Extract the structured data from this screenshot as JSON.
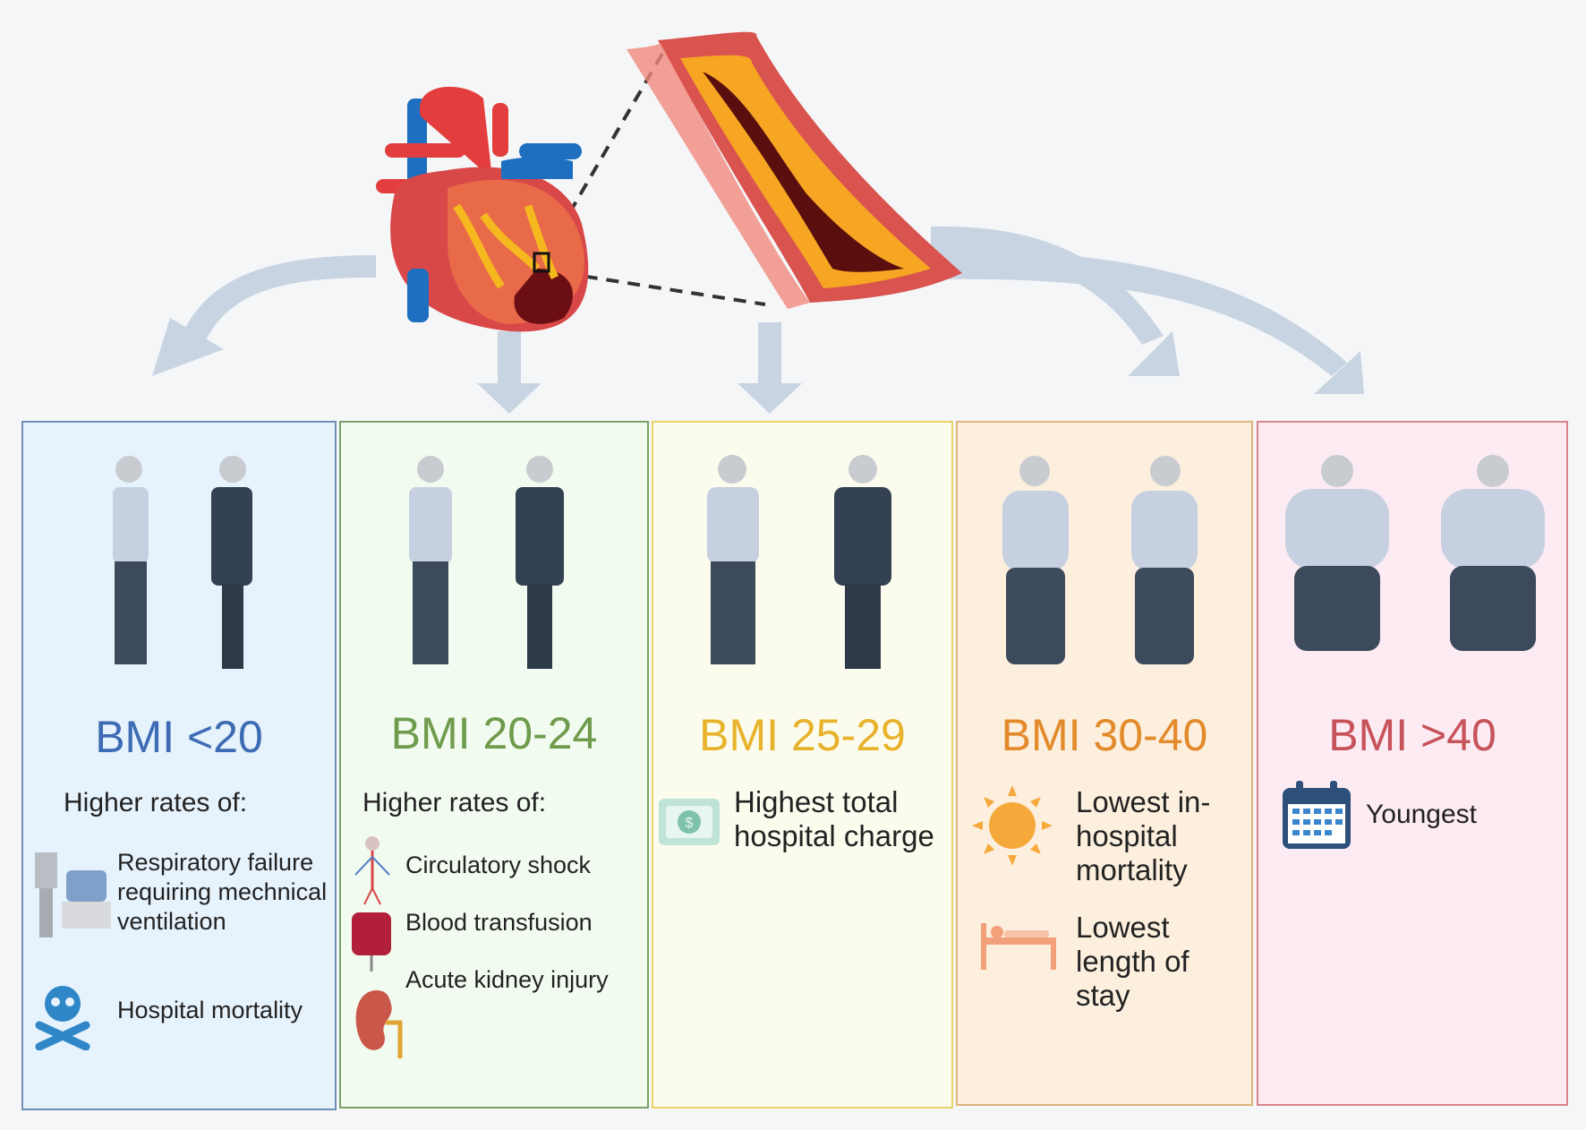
{
  "colors": {
    "bmi_lt20": "#3d6cb4",
    "bmi_20_24": "#6e9b4c",
    "bmi_25_29": "#e8b32c",
    "bmi_30_40": "#e38a2b",
    "bmi_gt40": "#c7525a",
    "arrow": "#c9d4e3"
  },
  "panels": [
    {
      "bmi": "BMI <20",
      "heading": "Higher rates of:",
      "items": [
        {
          "icon": "ventilator-icon",
          "text": "Respiratory failure requiring mechnical ventilation"
        },
        {
          "icon": "skull-crossbones-icon",
          "text": "Hospital mortality"
        }
      ]
    },
    {
      "bmi": "BMI 20-24",
      "heading": "Higher rates of:",
      "items": [
        {
          "icon": "circulatory-system-icon",
          "text": "Circulatory shock"
        },
        {
          "icon": "blood-bag-icon",
          "text": "Blood transfusion"
        },
        {
          "icon": "kidney-icon",
          "text": "Acute kidney injury"
        }
      ]
    },
    {
      "bmi": "BMI 25-29",
      "items": [
        {
          "icon": "money-icon",
          "text": "Highest total hospital charge"
        }
      ]
    },
    {
      "bmi": "BMI 30-40",
      "items": [
        {
          "icon": "sun-icon",
          "text": "Lowest in-hospital mortality"
        },
        {
          "icon": "hospital-bed-icon",
          "text": "Lowest length of stay"
        }
      ]
    },
    {
      "bmi": "BMI >40",
      "items": [
        {
          "icon": "calendar-icon",
          "text": "Youngest"
        }
      ]
    }
  ]
}
